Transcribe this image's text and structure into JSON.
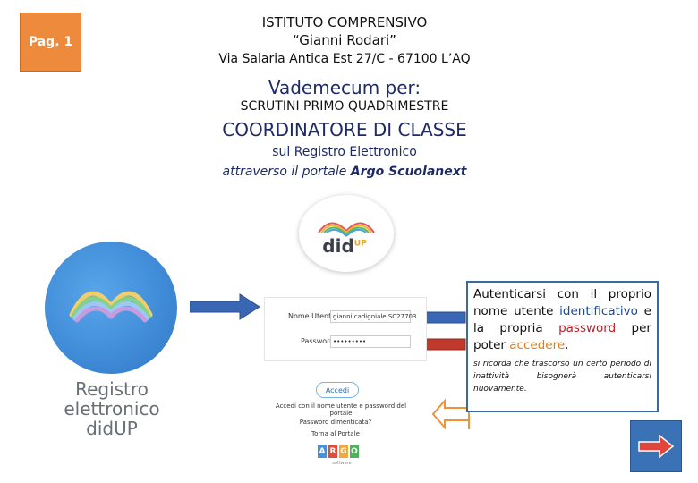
{
  "page": {
    "label": "Pag. 1"
  },
  "header": {
    "school_name": "ISTITUTO COMPRENSIVO",
    "school_sub": "“Gianni Rodari”",
    "address": "Via Salaria Antica Est 27/C - 67100 L’AQ"
  },
  "title": {
    "vademecum": "Vademecum per:",
    "scrutini": "SCRUTINI  PRIMO QUADRIMESTRE",
    "coordinatore": "COORDINATORE DI CLASSE",
    "sul_registro": "sul Registro Elettronico",
    "attraverso_prefix": "attraverso il portale ",
    "attraverso_brand": "Argo Scuolanext"
  },
  "logos": {
    "didup_text": "did",
    "didup_sup": "UP",
    "big_label_line1": "Registro",
    "big_label_line2": "elettronico",
    "big_label_line3": "did",
    "big_label_line3b": "UP"
  },
  "login": {
    "user_label": "Nome Utente",
    "user_value": "gianni.cadigniale.SC27703",
    "password_label": "Password",
    "password_value": "•••••••••",
    "accedi": "Accedi",
    "hint": "Accedi con il nome utente e password del portale",
    "forgot": "Password dimenticata?",
    "portal": "Torna al Portale",
    "argo_letters": [
      "A",
      "R",
      "G",
      "O"
    ],
    "argo_colors": [
      "#4a90d9",
      "#e04b3b",
      "#f2a93b",
      "#4db25a"
    ],
    "argo_software": "software"
  },
  "info": {
    "line_a": "Autenticarsi con il proprio nome utente ",
    "identificativo": "identificativo",
    "line_b": " e la propria ",
    "password": "password",
    "line_c": " per poter ",
    "accedere": "accedere",
    "line_d": ".",
    "note": "si ricorda che trascorso un certo periodo di inattività bisognerà autenticarsi nuovamente."
  },
  "colors": {
    "badge": "#ee8a3c",
    "arrow_blue": "#3a67b3",
    "arrow_red": "#c0392b",
    "arrow_orange": "#f0923a",
    "next_button": "#3a72b5"
  },
  "icons": {
    "next": "arrow-right-icon"
  }
}
